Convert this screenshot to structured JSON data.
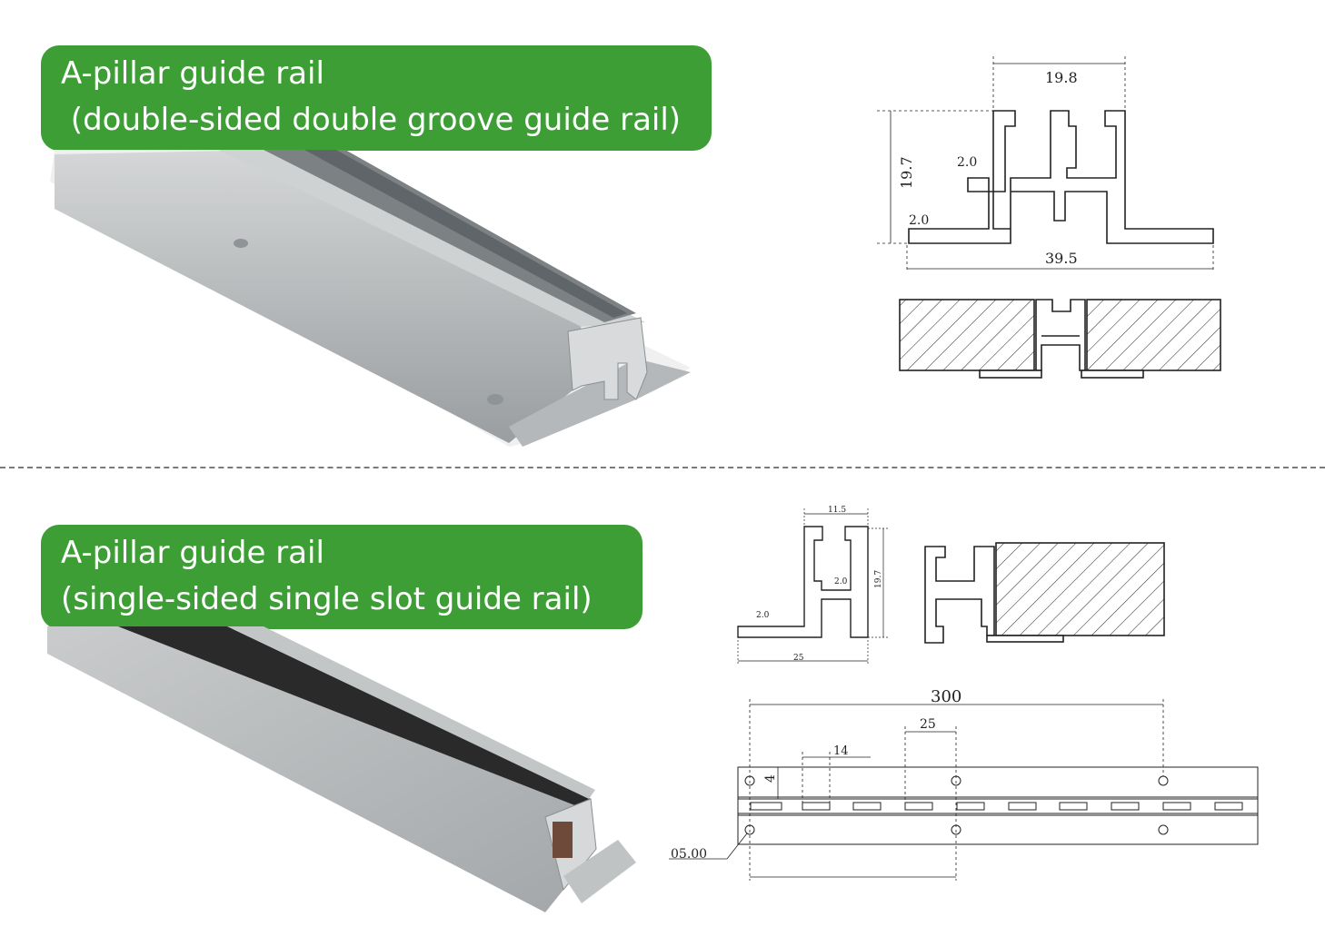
{
  "top_section": {
    "title_line1": "A-pillar guide rail",
    "title_line2": " (double-sided double groove guide rail)",
    "drawing": {
      "top_width": "19.8",
      "height": "19.7",
      "wall_inner": "2.0",
      "wall_base": "2.0",
      "base_width": "39.5"
    }
  },
  "bottom_section": {
    "title_line1": "A-pillar guide rail",
    "title_line2": "(single-sided single slot guide rail)",
    "drawing": {
      "top_width": "11.5",
      "height": "19.7",
      "wall_inner": "2.0",
      "wall_base": "2.0",
      "base_width": "25"
    },
    "strip": {
      "length": "300",
      "hole_spacing": "25",
      "slot_length": "14",
      "offset": "4",
      "hole_diameter": "05.00"
    }
  },
  "colors": {
    "banner": "#3c9e35",
    "aluminium": "#b9bcbd",
    "line": "#222222"
  }
}
